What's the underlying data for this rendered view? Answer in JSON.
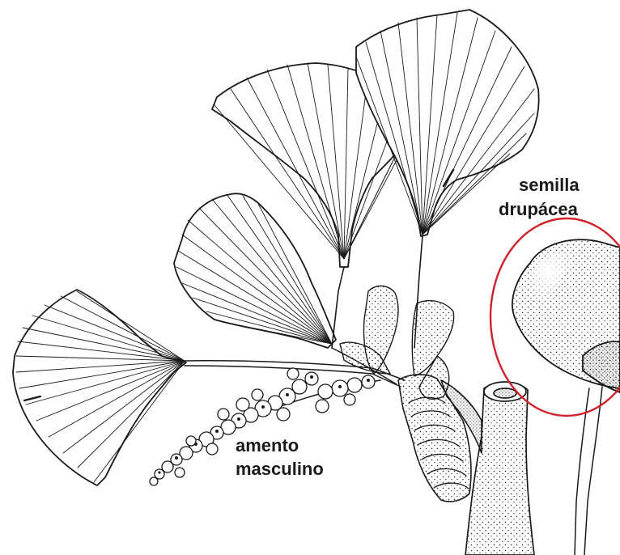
{
  "labels": {
    "seed": {
      "line1": "semilla",
      "line2": "drupácea",
      "highlight_color": "#d0212b"
    },
    "catkin": {
      "line1": "amento",
      "line2": "masculino"
    }
  },
  "ink_color": "#1a1a1a",
  "paper_color": "#ffffff"
}
